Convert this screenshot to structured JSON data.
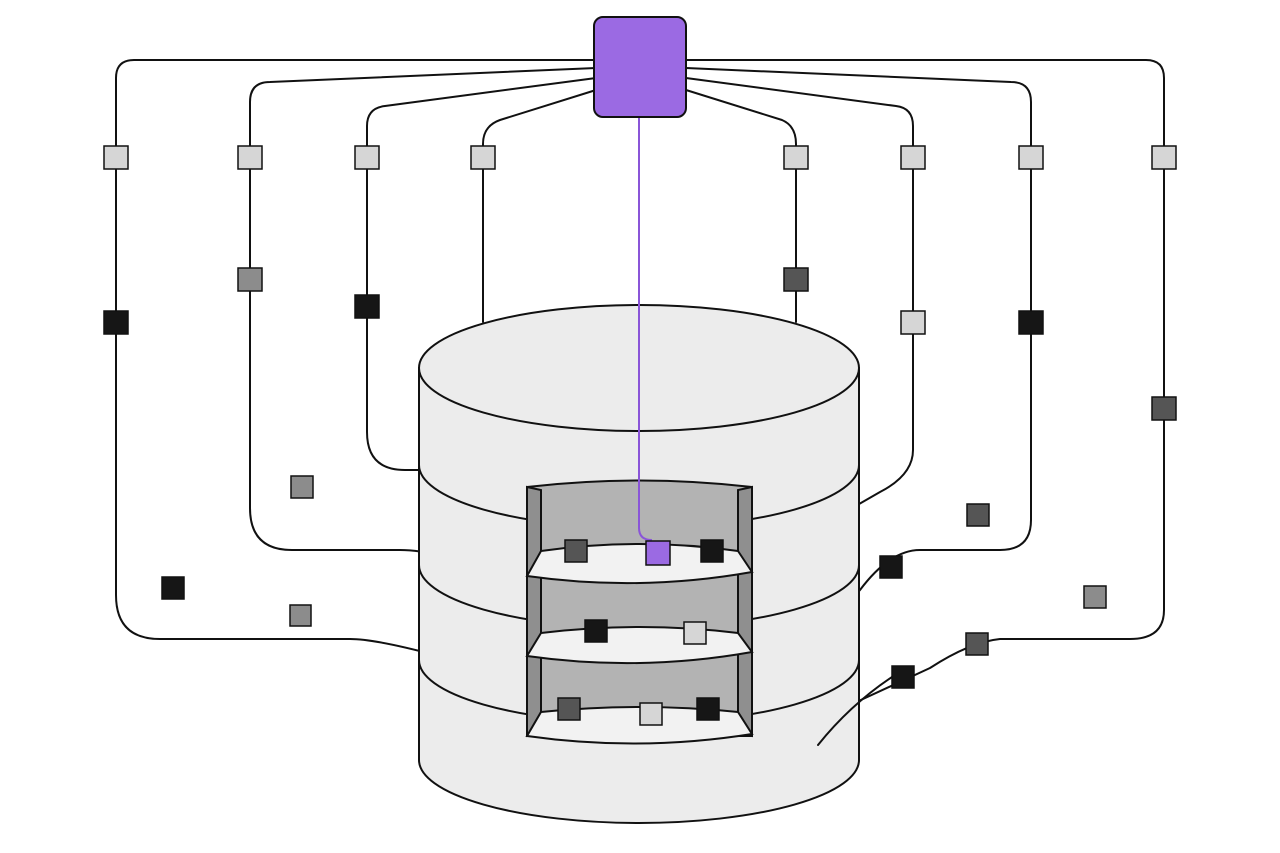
{
  "colors": {
    "background": "#ffffff",
    "outline": "#111111",
    "hub": "#9b6ae3",
    "cylinder": "#ececec",
    "cutaway_interior": "#b3b3b3",
    "shelf": "#f2f2f2",
    "signal_line": "#8a55d8",
    "packet_light": "#d6d6d6",
    "packet_mid": "#8c8c8c",
    "packet_dark": "#555555",
    "packet_black": "#161616"
  },
  "icons": {
    "hub": "central-node-icon",
    "store": "database-cylinder-icon",
    "packet": "data-packet-icon",
    "arrow": "arrow-head-icon"
  },
  "diagram": {
    "hub_count": 1,
    "storage_layers": 3,
    "routing_lines": 8,
    "cutaway_shelves": 3
  }
}
